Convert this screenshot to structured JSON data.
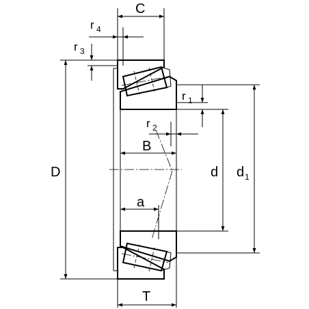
{
  "labels": {
    "C": "C",
    "r4": "r",
    "r4_sub": "4",
    "r3": "r",
    "r3_sub": "3",
    "r1": "r",
    "r1_sub": "1",
    "r2": "r",
    "r2_sub": "2",
    "B": "B",
    "D": "D",
    "d": "d",
    "d1": "d",
    "d1_sub": "1",
    "a": "a",
    "T": "T"
  },
  "colors": {
    "line": "#000000",
    "background": "#ffffff"
  }
}
